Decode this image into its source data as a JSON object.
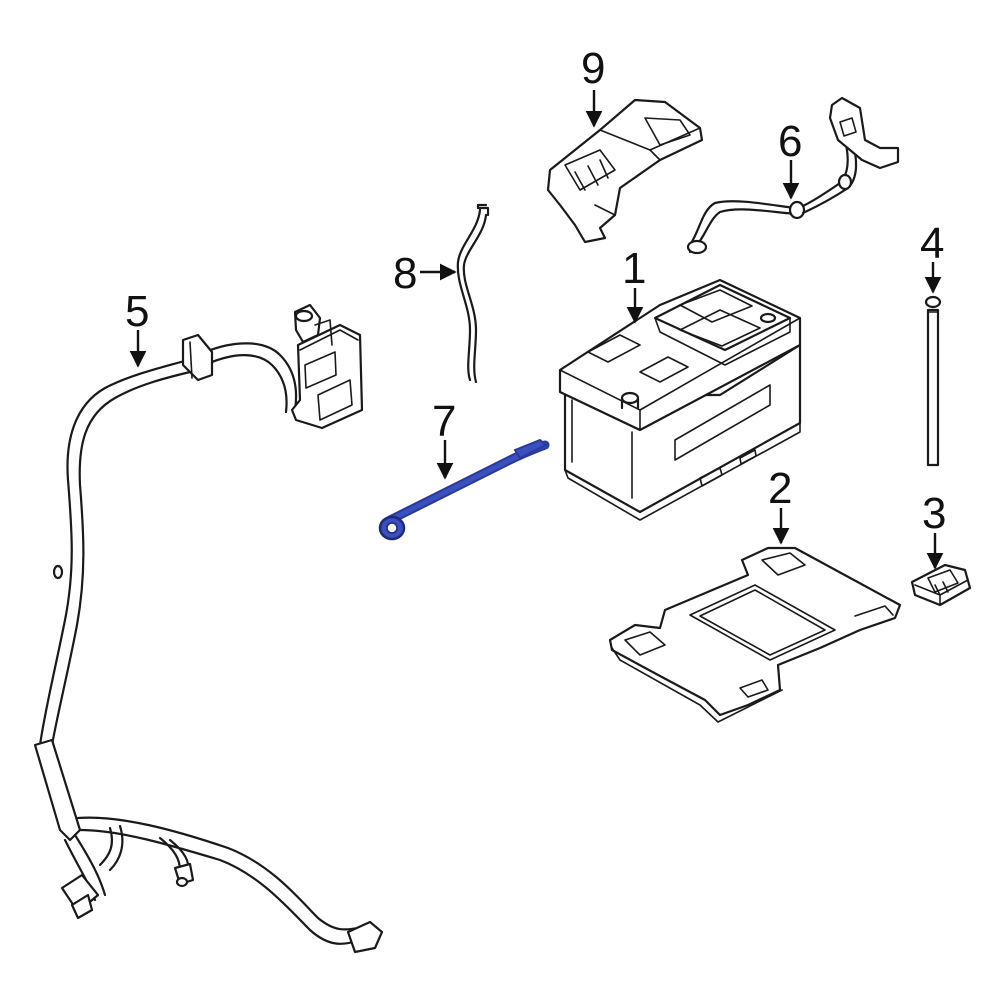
{
  "colors": {
    "background": "#ffffff",
    "linework": "#1a1a1a",
    "highlight": "#2a3a9a",
    "highlight_fill": "#3a4fc0"
  },
  "callouts": [
    {
      "id": "1",
      "label": "1",
      "part": "battery"
    },
    {
      "id": "2",
      "label": "2",
      "part": "battery-tray"
    },
    {
      "id": "3",
      "label": "3",
      "part": "hold-down-clamp"
    },
    {
      "id": "4",
      "label": "4",
      "part": "hold-down-bolt"
    },
    {
      "id": "5",
      "label": "5",
      "part": "positive-cable-harness"
    },
    {
      "id": "6",
      "label": "6",
      "part": "negative-cable"
    },
    {
      "id": "7",
      "label": "7",
      "part": "ground-strap",
      "highlighted": true
    },
    {
      "id": "8",
      "label": "8",
      "part": "vent-tube"
    },
    {
      "id": "9",
      "label": "9",
      "part": "bracket"
    }
  ]
}
